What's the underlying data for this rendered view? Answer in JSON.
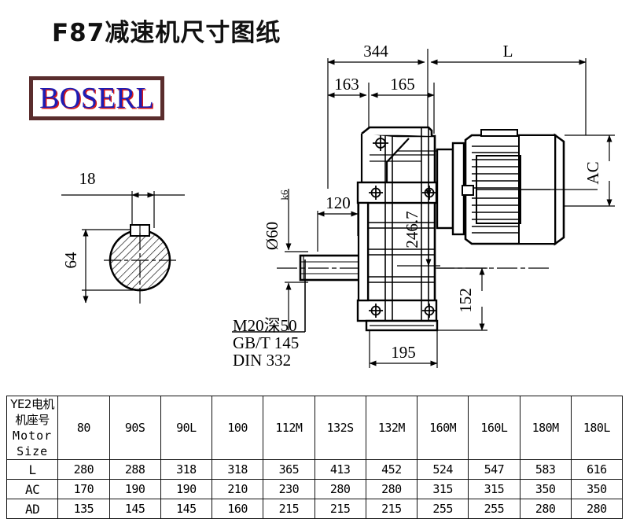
{
  "title": "F87减速机尺寸图纸",
  "logo": {
    "text": "BOSERL",
    "text_color": "#1d1db4",
    "shadow_color": "#d81a1a",
    "border_color": "#5a2d2d"
  },
  "drawing": {
    "dimensions": {
      "overall_344": "344",
      "length_L": "L",
      "dim_163": "163",
      "dim_165": "165",
      "dim_120": "120",
      "dim_18": "18",
      "dim_64": "64",
      "shaft_diameter": "Ø60",
      "shaft_tolerance": "k6",
      "dim_246_7": "246.7",
      "dim_152": "152",
      "dim_195": "195",
      "height_AC": "AC"
    },
    "notes": [
      "M20深50",
      "GB/T 145",
      "DIN 332"
    ]
  },
  "table": {
    "header_label_cn": "YE2电机机座号",
    "header_label_en": "Motor Size",
    "columns": [
      "80",
      "90S",
      "90L",
      "100",
      "112M",
      "132S",
      "132M",
      "160M",
      "160L",
      "180M",
      "180L"
    ],
    "rows": [
      {
        "label": "L",
        "values": [
          "280",
          "288",
          "318",
          "318",
          "365",
          "413",
          "452",
          "524",
          "547",
          "583",
          "616"
        ]
      },
      {
        "label": "AC",
        "values": [
          "170",
          "190",
          "190",
          "210",
          "230",
          "280",
          "280",
          "315",
          "315",
          "350",
          "350"
        ]
      },
      {
        "label": "AD",
        "values": [
          "135",
          "145",
          "145",
          "160",
          "215",
          "215",
          "215",
          "255",
          "255",
          "280",
          "280"
        ]
      }
    ]
  }
}
